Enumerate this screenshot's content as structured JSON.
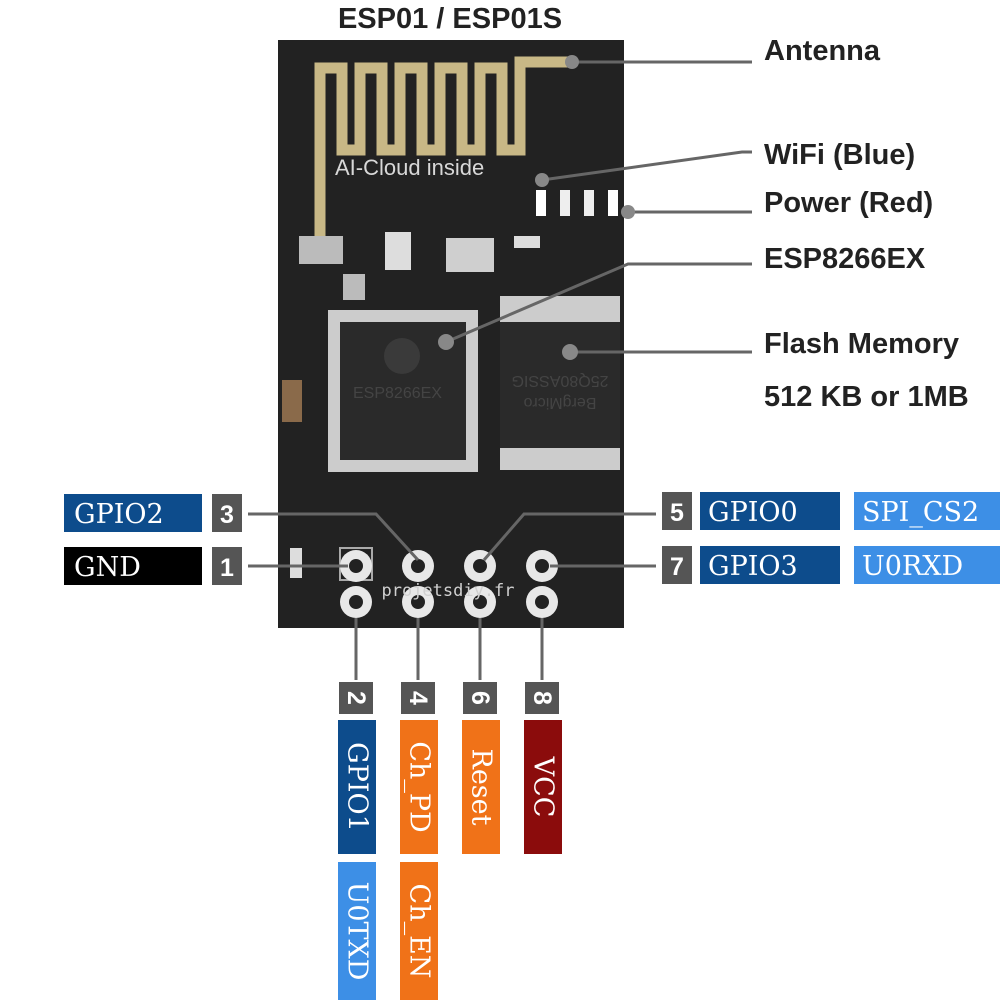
{
  "title": "ESP01 / ESP01S",
  "board": {
    "antenna_text": "AI-Cloud inside",
    "chip_text": "ESP8266EX",
    "flash_chip_text": "BergMicro",
    "flash_chip_code": "25Q80ASSIG",
    "silkscreen": "projetsdiy.fr"
  },
  "callouts": {
    "antenna": "Antenna",
    "wifi": "WiFi (Blue)",
    "power": "Power (Red)",
    "esp": "ESP8266EX",
    "flash_title": "Flash Memory",
    "flash_size": "512 KB or 1MB"
  },
  "pins": {
    "p1": {
      "number": "1",
      "label": "GND"
    },
    "p2": {
      "number": "2",
      "label": "GPIO1",
      "alt": "U0TXD"
    },
    "p3": {
      "number": "3",
      "label": "GPIO2"
    },
    "p4": {
      "number": "4",
      "label": "Ch_PD",
      "alt": "Ch_EN"
    },
    "p5": {
      "number": "5",
      "label": "GPIO0",
      "alt": "SPI_CS2"
    },
    "p6": {
      "number": "6",
      "label": "Reset"
    },
    "p7": {
      "number": "7",
      "label": "GPIO3",
      "alt": "U0RXD"
    },
    "p8": {
      "number": "8",
      "label": "VCC"
    }
  },
  "colors": {
    "gpio": "#0d4c8c",
    "alt_function": "#3d8fe6",
    "ground": "#000000",
    "control": "#f07218",
    "power": "#8b0c0c",
    "number": "#555555",
    "pcb": "#222222",
    "antenna_trace": "#c8b886"
  }
}
